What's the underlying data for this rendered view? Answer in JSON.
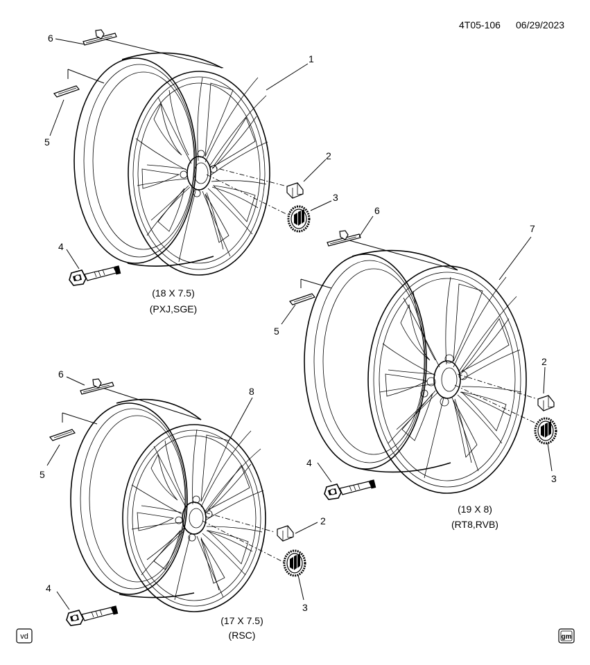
{
  "header": {
    "doc_id": "4T05-106",
    "date": "06/29/2023"
  },
  "callouts": {
    "w1": {
      "wheel": "1",
      "nut": "2",
      "cap": "3",
      "sensor": "4",
      "weight5": "5",
      "weight6": "6"
    },
    "w2": {
      "wheel": "7",
      "nut": "2",
      "cap": "3",
      "sensor": "4",
      "weight5": "5",
      "weight6": "6"
    },
    "w3": {
      "wheel": "8",
      "nut": "2",
      "cap": "3",
      "sensor": "4",
      "weight5": "5",
      "weight6": "6"
    }
  },
  "captions": {
    "w1": {
      "size": "(18 X 7.5)",
      "codes": "(PXJ,SGE)"
    },
    "w2": {
      "size": "(19 X 8)",
      "codes": "(RT8,RVB)"
    },
    "w3": {
      "size": "(17 X 7.5)",
      "codes": "(RSC)"
    }
  },
  "corner_badges": {
    "left": "vd",
    "right": "gm"
  }
}
